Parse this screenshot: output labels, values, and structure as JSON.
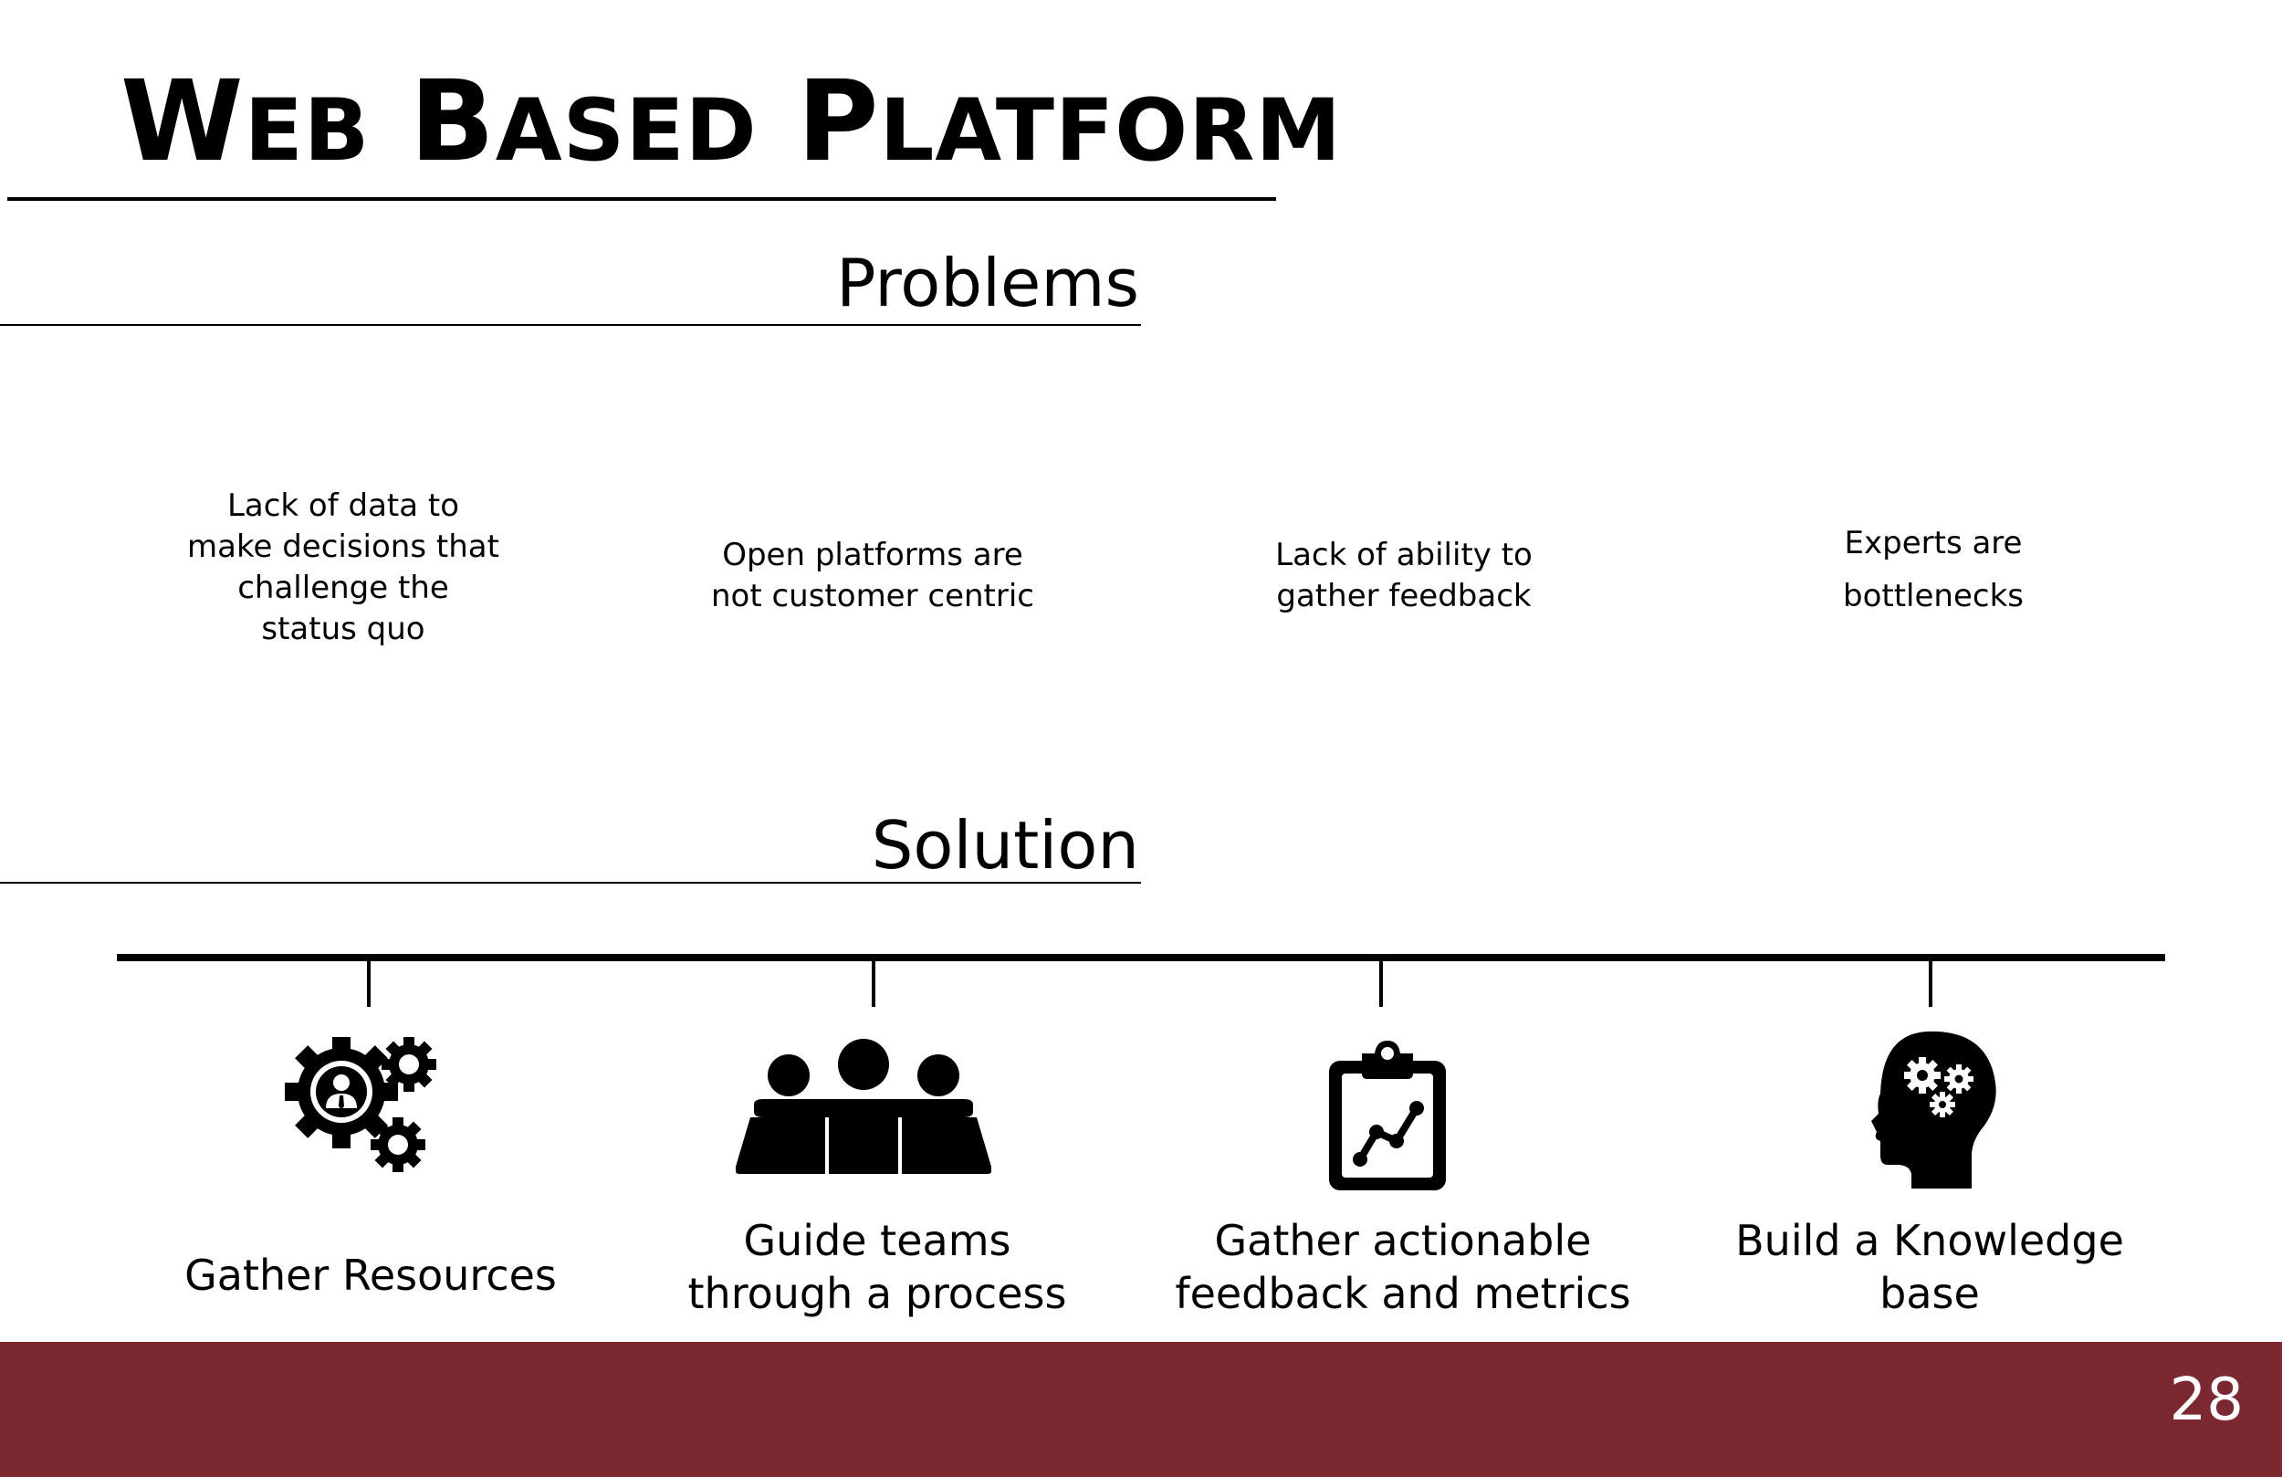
{
  "title": {
    "first": "W",
    "first_rest": "EB",
    "second": "B",
    "second_rest": "ASED",
    "third": "P",
    "third_rest": "LATFORM"
  },
  "problems": {
    "heading": "Problems",
    "items": [
      {
        "lines": [
          "Lack of data to",
          "make decisions that",
          "challenge the",
          "status quo"
        ]
      },
      {
        "lines": [
          "Open platforms are",
          "not customer centric"
        ]
      },
      {
        "lines": [
          "Lack of ability to",
          "gather feedback"
        ]
      },
      {
        "lines": [
          "Experts are",
          "bottlenecks"
        ]
      }
    ]
  },
  "solution": {
    "heading": "Solution",
    "items": [
      {
        "icon": "gears-person-icon",
        "lines": [
          "Gather Resources"
        ]
      },
      {
        "icon": "team-icon",
        "lines": [
          "Guide teams",
          "through a process"
        ]
      },
      {
        "icon": "clipboard-chart-icon",
        "lines": [
          "Gather actionable",
          "feedback and metrics"
        ]
      },
      {
        "icon": "head-gears-icon",
        "lines": [
          "Build a Knowledge",
          "base"
        ]
      }
    ]
  },
  "footer": {
    "color": "#7B2831",
    "page_number": "28"
  }
}
